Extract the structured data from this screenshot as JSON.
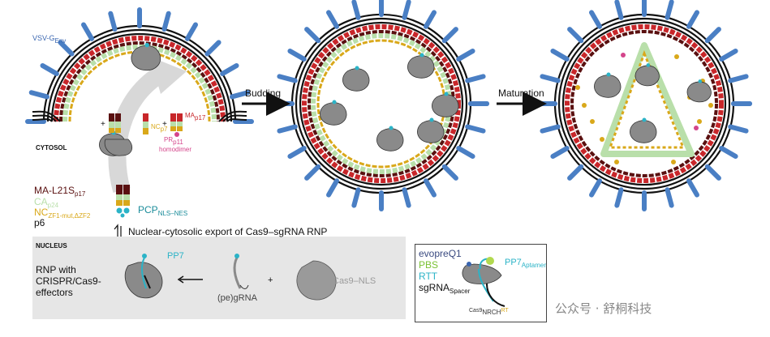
{
  "colors": {
    "ma": "#5a1010",
    "ma_red": "#c8262a",
    "ca": "#b9dfaa",
    "nc": "#d9a81a",
    "spike": "#4a7fc4",
    "pcp": "#2bb3c7",
    "pr": "#d4458b",
    "cas9": "#8a8a8a",
    "membrane": "#111111",
    "nucleus_bg": "#e6e6e6",
    "arrow_gray": "#d0d0d0"
  },
  "labels": {
    "vsvg": "VSV-G",
    "vsvg_sub": "Env",
    "cytosol": "CYTOSOL",
    "nucleus": "NUCLEUS",
    "budding": "Budding",
    "maturation": "Maturation",
    "nc_p7": "NC",
    "nc_p7_sub": "p7",
    "ma_p17": "MA",
    "ma_p17_sub": "p17",
    "pr_p11": "PR",
    "pr_p11_sub": "p11",
    "homodimer": "homodimer",
    "plus": "+",
    "ma_l21s": "MA-L21S",
    "ma_l21s_sub": "p17",
    "ca_p24": "CA",
    "ca_p24_sub": "p24",
    "nc_zf": "NC",
    "nc_zf_sub": "ZF1-mut,ΔZF2",
    "p6": "p6",
    "pcp": "PCP",
    "pcp_sub": "NLS–NES",
    "export": "Nuclear-cytosolic export of Cas9–sgRNA RNP",
    "rnp_line1": "RNP with",
    "rnp_line2": "CRISPR/Cas9-",
    "rnp_line3": "effectors",
    "pp7": "PP7",
    "pegrna": "(pe)gRNA",
    "cas9_nls": "Cas9–NLS"
  },
  "legend": {
    "evoprea": "evopreQ1",
    "pbs": "PBS",
    "rtt": "RTT",
    "sgrna": "sgRNA",
    "sgrna_sub": "Spacer",
    "pp7_aptamer": "PP7",
    "pp7_aptamer_sub": "Aptamer",
    "cas9_label": "Cas9",
    "cas9_sub": "NRCH",
    "rt": "RT"
  },
  "watermark": "公众号 · 舒桐科技"
}
